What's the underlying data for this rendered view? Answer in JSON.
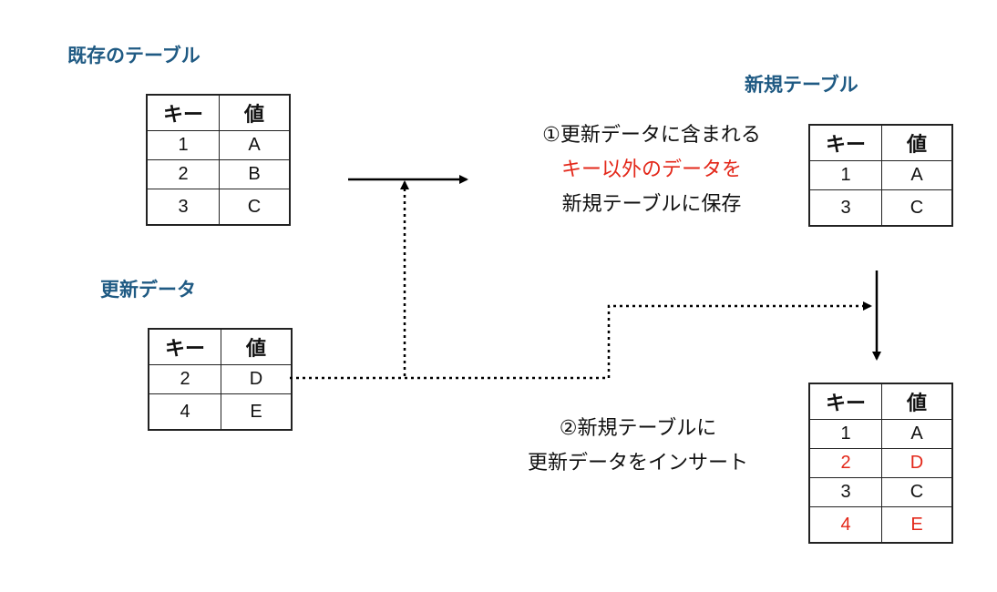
{
  "existing": {
    "title": "既存のテーブル",
    "header": {
      "key": "キー",
      "value": "値"
    },
    "rows": [
      {
        "key": "1",
        "value": "A"
      },
      {
        "key": "2",
        "value": "B"
      },
      {
        "key": "3",
        "value": "C"
      }
    ]
  },
  "update": {
    "title": "更新データ",
    "header": {
      "key": "キー",
      "value": "値"
    },
    "rows": [
      {
        "key": "2",
        "value": "D"
      },
      {
        "key": "4",
        "value": "E"
      }
    ]
  },
  "new_table": {
    "title": "新規テーブル",
    "header": {
      "key": "キー",
      "value": "値"
    },
    "rows": [
      {
        "key": "1",
        "value": "A"
      },
      {
        "key": "3",
        "value": "C"
      }
    ]
  },
  "result": {
    "header": {
      "key": "キー",
      "value": "値"
    },
    "rows": [
      {
        "key": "1",
        "value": "A"
      },
      {
        "key": "2",
        "value": "D"
      },
      {
        "key": "3",
        "value": "C"
      },
      {
        "key": "4",
        "value": "E"
      }
    ]
  },
  "step1": {
    "line1": "①更新データに含まれる",
    "line2": "キー以外のデータを",
    "line3": "新規テーブルに保存"
  },
  "step2": {
    "line1": "②新規テーブルに",
    "line2": "更新データをインサート"
  },
  "colors": {
    "title": "#1f5a83",
    "highlight": "#e32719"
  }
}
